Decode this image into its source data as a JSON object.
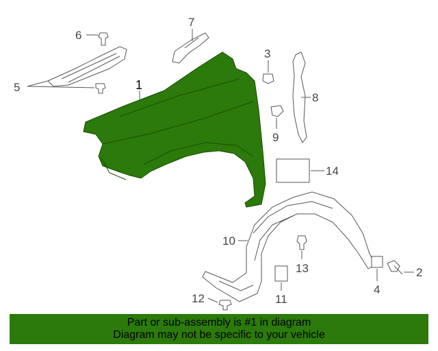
{
  "callouts": {
    "c1": "1",
    "c2": "2",
    "c3": "3",
    "c4": "4",
    "c5": "5",
    "c6": "6",
    "c7": "7",
    "c8": "8",
    "c9": "9",
    "c10": "10",
    "c11": "11",
    "c12": "12",
    "c13": "13",
    "c14": "14"
  },
  "footer": {
    "line1": "Part or sub-assembly is #1 in diagram",
    "line2": "Diagram may not be specific to your vehicle"
  },
  "colors": {
    "highlight_part": "#2b7a0b",
    "footer_bg": "#2b7a0b",
    "line": "#555555"
  }
}
